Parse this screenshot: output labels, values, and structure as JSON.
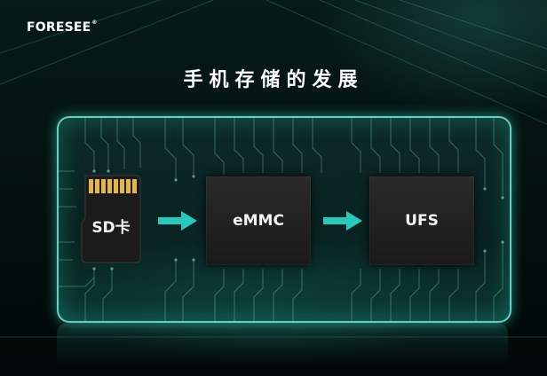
{
  "logo": {
    "text": "FORESEE",
    "mark": "®"
  },
  "title": "手机存储的发展",
  "stages": [
    {
      "label": "SD卡",
      "icon": "sd-card-icon"
    },
    {
      "label": "eMMC",
      "icon": "chip-icon"
    },
    {
      "label": "UFS",
      "icon": "chip-icon"
    }
  ],
  "colors": {
    "accent": "#27c9bb",
    "glow": "#78ebdc",
    "sd_contacts": "#e2b64a",
    "chip": "#1f1f1f",
    "background": "#04100f"
  }
}
